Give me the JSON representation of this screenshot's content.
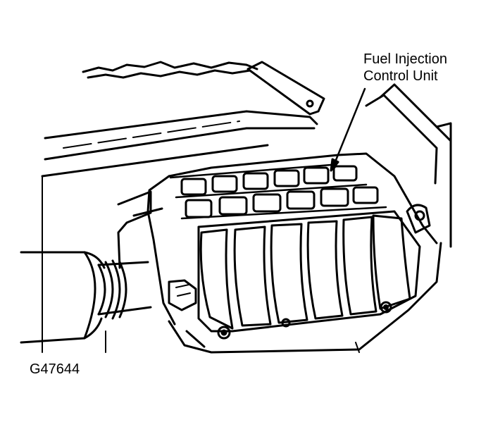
{
  "callout": {
    "line1": "Fuel Injection",
    "line2": "Control Unit"
  },
  "figure_id": "G47644",
  "colors": {
    "ink": "#000000",
    "paper": "#ffffff"
  }
}
